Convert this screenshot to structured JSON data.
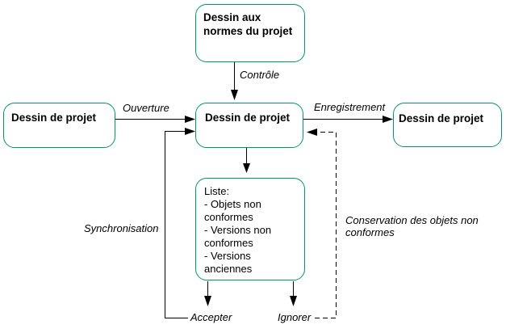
{
  "diagram": {
    "accent_color": "#009966",
    "nodes": {
      "source": {
        "label": "Dessin de projet"
      },
      "standards": {
        "label": "Dessin aux\nnormes du projet"
      },
      "working": {
        "label": "Dessin de projet"
      },
      "saved": {
        "label": "Dessin de projet"
      },
      "liste": {
        "label": "Liste:\n- Objets non\nconformes\n- Versions non\nconformes\n- Versions anciennes"
      }
    },
    "labels": {
      "controle": "Contrôle",
      "ouverture": "Ouverture",
      "enregistrement": "Enregistrement",
      "synchronisation": "Synchronisation",
      "conservation": "Conservation des objets non\nconformes",
      "accepter": "Accepter",
      "ignorer": "Ignorer"
    }
  }
}
